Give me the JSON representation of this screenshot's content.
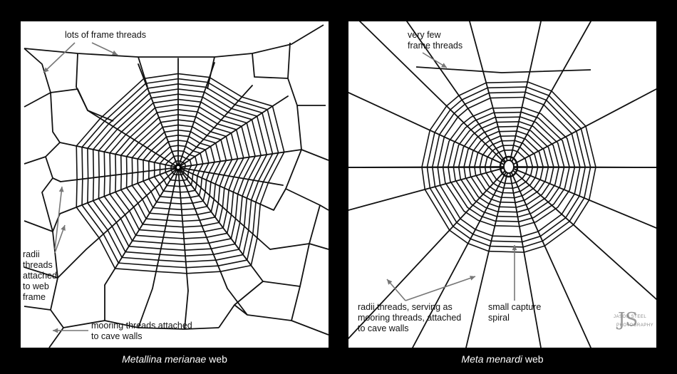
{
  "left_panel": {
    "annotations": {
      "frame_threads": "lots of frame threads",
      "radii": "radii\nthreads\nattached\nto web\nframe",
      "mooring": "mooring threads attached\nto cave walls"
    },
    "caption_species": "Metallina merianae",
    "caption_suffix": " web"
  },
  "right_panel": {
    "annotations": {
      "frame_threads": "very few\nframe threads",
      "radii": "radii threads, serving as\nmooring threads, attached\nto cave walls",
      "spiral": "small capture\nspiral"
    },
    "caption_species": "Meta menardi",
    "caption_suffix": " web",
    "watermark_mark": "JS",
    "watermark_name": "JASON STEEL",
    "watermark_sub": "PHOTOGRAPHY"
  },
  "colors": {
    "background": "#000000",
    "panel": "#ffffff",
    "line": "#111111",
    "arrow": "#777777"
  }
}
